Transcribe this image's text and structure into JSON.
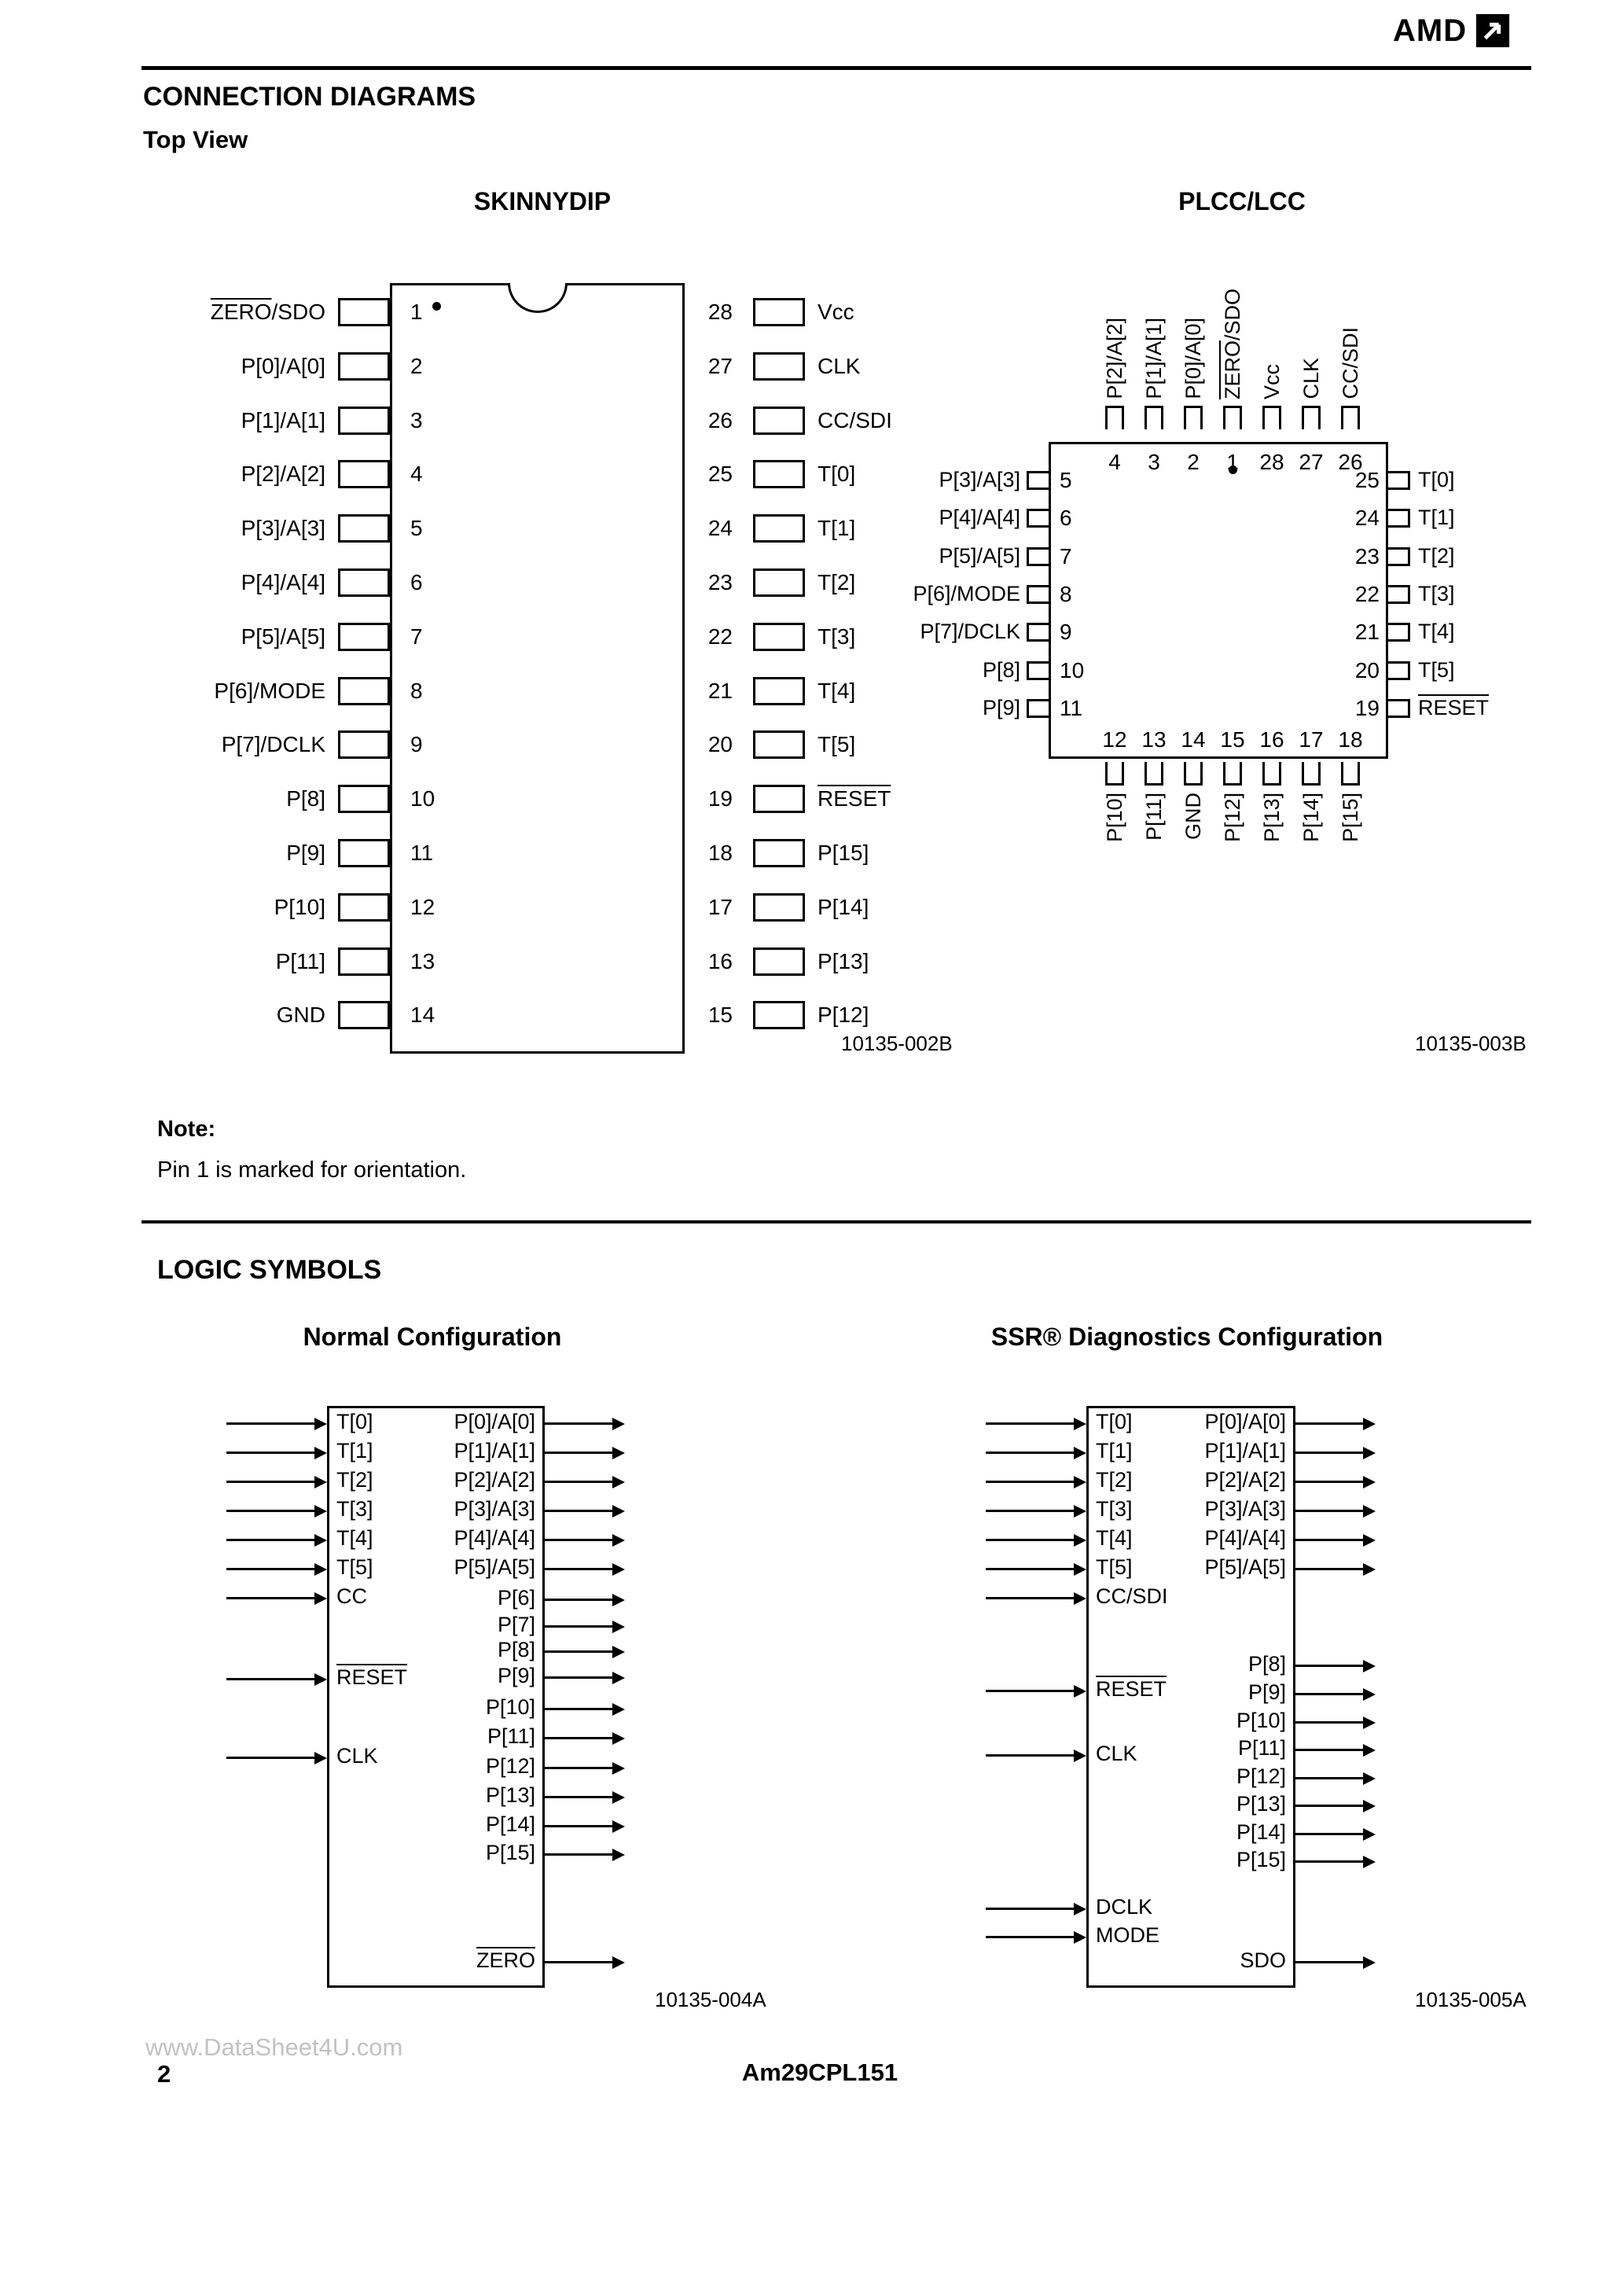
{
  "header": {
    "brand": "AMD",
    "section_title": "CONNECTION DIAGRAMS",
    "section_subtitle": "Top View"
  },
  "note": {
    "label": "Note:",
    "text": "Pin 1 is marked for orientation."
  },
  "dip": {
    "title": "SKINNYDIP",
    "doc_number": "10135-002B",
    "left_pins": [
      {
        "number": "1",
        "label": "ZERO/SDO",
        "bar": "ZERO"
      },
      {
        "number": "2",
        "label": "P[0]/A[0]"
      },
      {
        "number": "3",
        "label": "P[1]/A[1]"
      },
      {
        "number": "4",
        "label": "P[2]/A[2]"
      },
      {
        "number": "5",
        "label": "P[3]/A[3]"
      },
      {
        "number": "6",
        "label": "P[4]/A[4]"
      },
      {
        "number": "7",
        "label": "P[5]/A[5]"
      },
      {
        "number": "8",
        "label": "P[6]/MODE"
      },
      {
        "number": "9",
        "label": "P[7]/DCLK"
      },
      {
        "number": "10",
        "label": "P[8]"
      },
      {
        "number": "11",
        "label": "P[9]"
      },
      {
        "number": "12",
        "label": "P[10]"
      },
      {
        "number": "13",
        "label": "P[11]"
      },
      {
        "number": "14",
        "label": "GND"
      }
    ],
    "right_pins": [
      {
        "number": "28",
        "label": "Vcc"
      },
      {
        "number": "27",
        "label": "CLK"
      },
      {
        "number": "26",
        "label": "CC/SDI"
      },
      {
        "number": "25",
        "label": "T[0]"
      },
      {
        "number": "24",
        "label": "T[1]"
      },
      {
        "number": "23",
        "label": "T[2]"
      },
      {
        "number": "22",
        "label": "T[3]"
      },
      {
        "number": "21",
        "label": "T[4]"
      },
      {
        "number": "20",
        "label": "T[5]"
      },
      {
        "number": "19",
        "label": "RESET",
        "bar": "RESET"
      },
      {
        "number": "18",
        "label": "P[15]"
      },
      {
        "number": "17",
        "label": "P[14]"
      },
      {
        "number": "16",
        "label": "P[13]"
      },
      {
        "number": "15",
        "label": "P[12]"
      }
    ]
  },
  "plcc": {
    "title": "PLCC/LCC",
    "doc_number": "10135-003B",
    "top_pins": [
      {
        "number": "4",
        "label": "P[2]/A[2]"
      },
      {
        "number": "3",
        "label": "P[1]/A[1]"
      },
      {
        "number": "2",
        "label": "P[0]/A[0]"
      },
      {
        "number": "1",
        "label": "ZERO/SDO",
        "bar": "ZERO"
      },
      {
        "number": "28",
        "label": "Vcc"
      },
      {
        "number": "27",
        "label": "CLK"
      },
      {
        "number": "26",
        "label": "CC/SDI"
      }
    ],
    "left_pins": [
      {
        "number": "5",
        "label": "P[3]/A[3]"
      },
      {
        "number": "6",
        "label": "P[4]/A[4]"
      },
      {
        "number": "7",
        "label": "P[5]/A[5]"
      },
      {
        "number": "8",
        "label": "P[6]/MODE"
      },
      {
        "number": "9",
        "label": "P[7]/DCLK"
      },
      {
        "number": "10",
        "label": "P[8]"
      },
      {
        "number": "11",
        "label": "P[9]"
      }
    ],
    "right_pins": [
      {
        "number": "25",
        "label": "T[0]"
      },
      {
        "number": "24",
        "label": "T[1]"
      },
      {
        "number": "23",
        "label": "T[2]"
      },
      {
        "number": "22",
        "label": "T[3]"
      },
      {
        "number": "21",
        "label": "T[4]"
      },
      {
        "number": "20",
        "label": "T[5]"
      },
      {
        "number": "19",
        "label": "RESET",
        "bar": "RESET"
      }
    ],
    "bottom_pins": [
      {
        "number": "12",
        "label": "P[10]"
      },
      {
        "number": "13",
        "label": "P[11]"
      },
      {
        "number": "14",
        "label": "GND"
      },
      {
        "number": "15",
        "label": "P[12]"
      },
      {
        "number": "16",
        "label": "P[13]"
      },
      {
        "number": "17",
        "label": "P[14]"
      },
      {
        "number": "18",
        "label": "P[15]"
      }
    ]
  },
  "logic": {
    "title": "LOGIC SYMBOLS",
    "normal": {
      "title": "Normal Configuration",
      "doc_number": "10135-004A",
      "inputs": [
        {
          "label": "T[0]"
        },
        {
          "label": "T[1]"
        },
        {
          "label": "T[2]"
        },
        {
          "label": "T[3]"
        },
        {
          "label": "T[4]"
        },
        {
          "label": "T[5]"
        },
        {
          "label": "CC"
        },
        {
          "label": "RESET",
          "bar": "RESET"
        },
        {
          "label": "CLK"
        }
      ],
      "outputs": [
        {
          "label": "P[0]/A[0]"
        },
        {
          "label": "P[1]/A[1]"
        },
        {
          "label": "P[2]/A[2]"
        },
        {
          "label": "P[3]/A[3]"
        },
        {
          "label": "P[4]/A[4]"
        },
        {
          "label": "P[5]/A[5]"
        },
        {
          "label": "P[6]"
        },
        {
          "label": "P[7]"
        },
        {
          "label": "P[8]"
        },
        {
          "label": "P[9]"
        },
        {
          "label": "P[10]"
        },
        {
          "label": "P[11]"
        },
        {
          "label": "P[12]"
        },
        {
          "label": "P[13]"
        },
        {
          "label": "P[14]"
        },
        {
          "label": "P[15]"
        },
        {
          "label": "ZERO",
          "bar": "ZERO"
        }
      ]
    },
    "ssr": {
      "title": "SSR® Diagnostics Configuration",
      "doc_number": "10135-005A",
      "inputs": [
        {
          "label": "T[0]"
        },
        {
          "label": "T[1]"
        },
        {
          "label": "T[2]"
        },
        {
          "label": "T[3]"
        },
        {
          "label": "T[4]"
        },
        {
          "label": "T[5]"
        },
        {
          "label": "CC/SDI"
        },
        {
          "label": "RESET",
          "bar": "RESET"
        },
        {
          "label": "CLK"
        },
        {
          "label": "DCLK"
        },
        {
          "label": "MODE"
        }
      ],
      "outputs": [
        {
          "label": "P[0]/A[0]"
        },
        {
          "label": "P[1]/A[1]"
        },
        {
          "label": "P[2]/A[2]"
        },
        {
          "label": "P[3]/A[3]"
        },
        {
          "label": "P[4]/A[4]"
        },
        {
          "label": "P[5]/A[5]"
        },
        {
          "label": "P[8]"
        },
        {
          "label": "P[9]"
        },
        {
          "label": "P[10]"
        },
        {
          "label": "P[11]"
        },
        {
          "label": "P[12]"
        },
        {
          "label": "P[13]"
        },
        {
          "label": "P[14]"
        },
        {
          "label": "P[15]"
        },
        {
          "label": "SDO"
        }
      ]
    }
  },
  "footer": {
    "watermark": "www.DataSheet4U.com",
    "page_number": "2",
    "part_number": "Am29CPL151"
  }
}
